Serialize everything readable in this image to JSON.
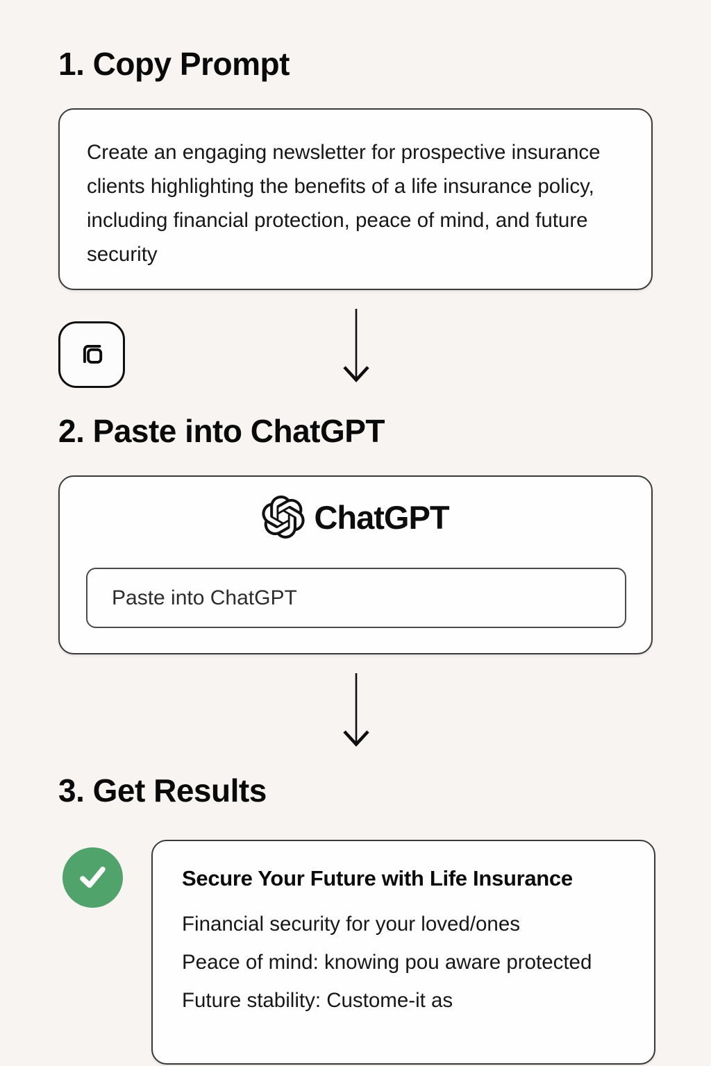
{
  "colors": {
    "background": "#f7f4f2",
    "card_background": "#fffefe",
    "card_border": "#3a3a3a",
    "text": "#171717",
    "success_green": "#4fa36b",
    "check_white": "#ffffff"
  },
  "step1": {
    "heading": "1. Copy Prompt",
    "prompt_text": "Create an engaging newsletter for prospective insurance clients highlighting the benefits of a life insurance policy, including financial protection, peace of mind, and future security",
    "copy_button_icon": "copy-icon"
  },
  "flow": {
    "arrow_icon": "down-arrow-icon"
  },
  "step2": {
    "heading": "2. Paste into ChatGPT",
    "logo_icon": "openai-logo-icon",
    "logo_text": "ChatGPT",
    "input_placeholder": "Paste into ChatGPT",
    "input_value": ""
  },
  "step3": {
    "heading": "3. Get Results",
    "status_icon": "check-icon",
    "result_title": "Secure Your Future with Life Insurance",
    "result_lines": [
      "Financial security for your loved/ones",
      "Peace of mind: knowing pou aware protected",
      "Future stability: Custome-it as"
    ]
  }
}
